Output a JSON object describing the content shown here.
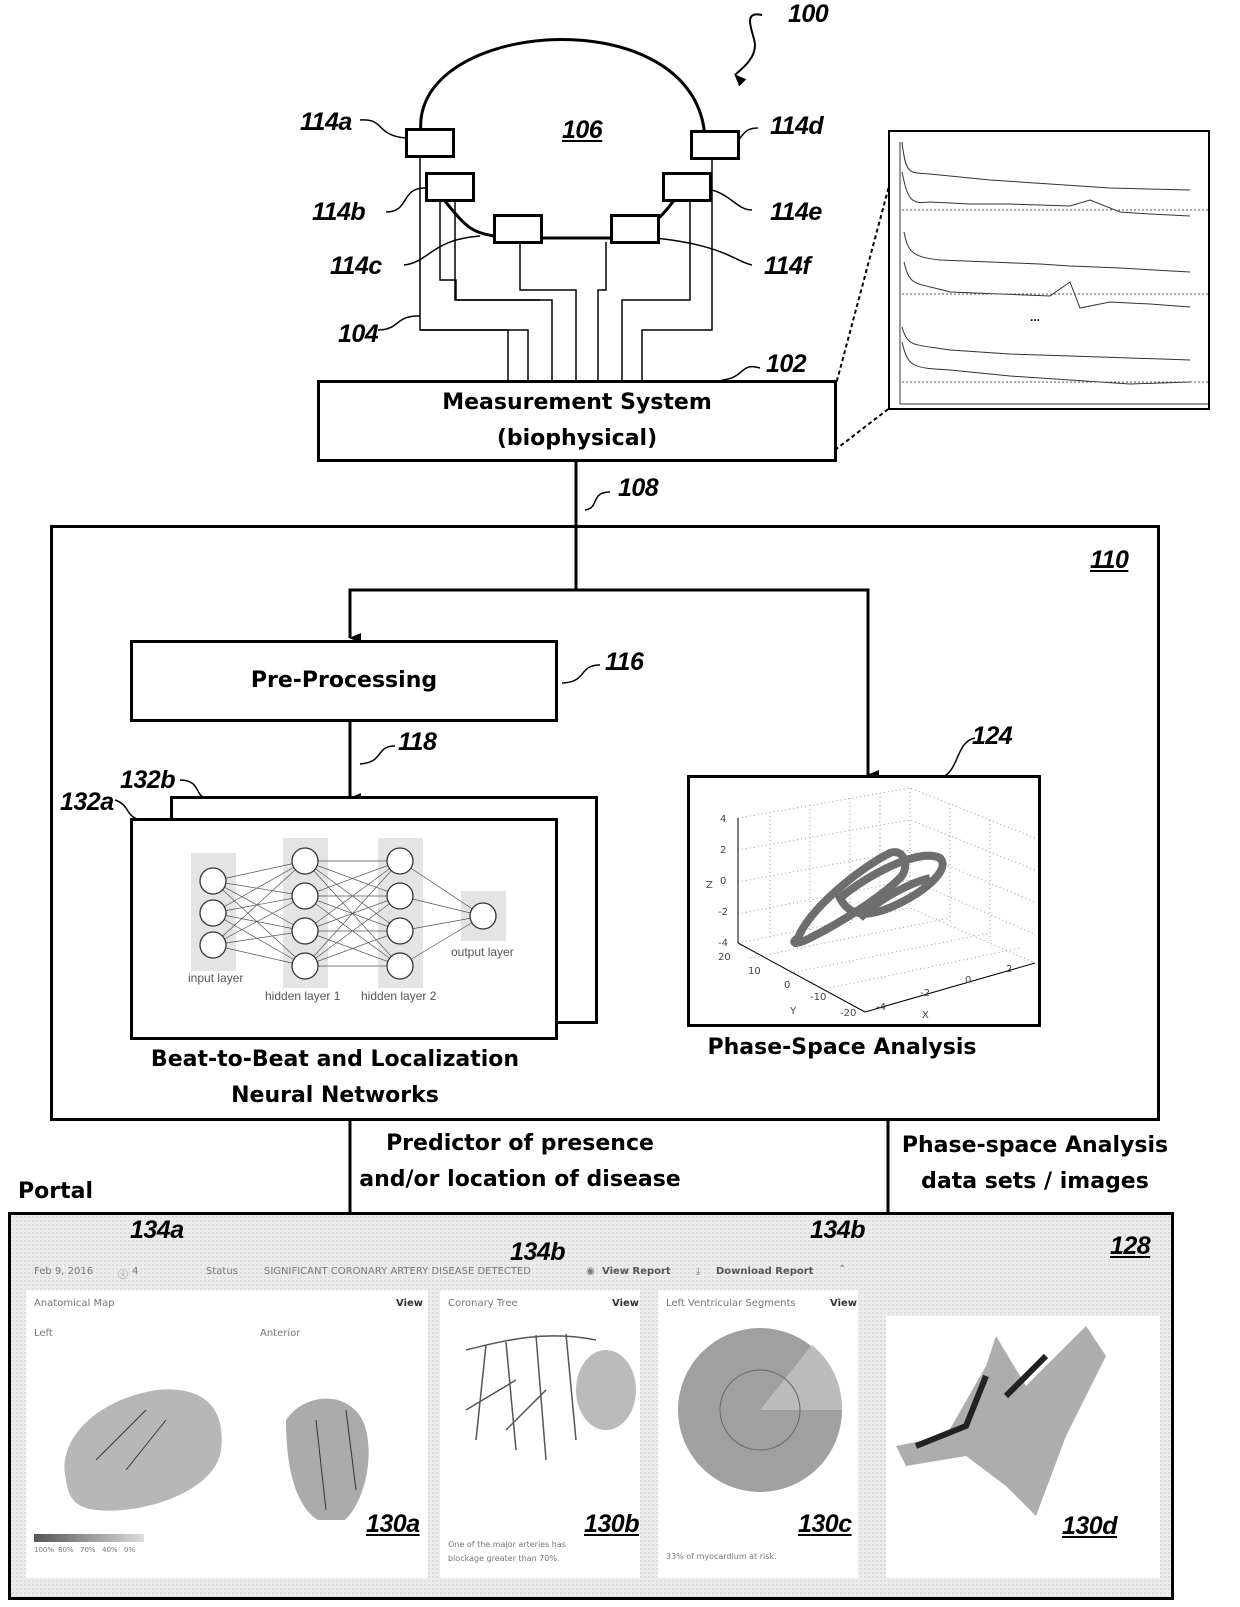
{
  "figure": {
    "refs": {
      "system": "100",
      "measurement_system": "102",
      "leads": "104",
      "patient": "106",
      "output_line": "108",
      "analysis_system": "110",
      "electrodes": [
        "114a",
        "114b",
        "114c",
        "114d",
        "114e",
        "114f"
      ],
      "pre_processing": "116",
      "pre_processing_output": "118",
      "phase_space": "124",
      "portal": "128",
      "portal_views": [
        "130a",
        "130b",
        "130c",
        "130d"
      ],
      "networks": [
        "132a",
        "132b"
      ],
      "portal_links": [
        "134a",
        "134b",
        "134b"
      ]
    },
    "measurement_system": {
      "line1": "Measurement System",
      "line2": "(biophysical)"
    },
    "pre_processing_label": "Pre-Processing",
    "neural_network": {
      "caption_line1": "Beat-to-Beat and Localization",
      "caption_line2": "Neural Networks",
      "layers": [
        "input layer",
        "hidden layer 1",
        "hidden layer 2",
        "output layer"
      ]
    },
    "phase_space": {
      "caption": "Phase-Space Analysis",
      "axes": {
        "x_label": "X",
        "y_label": "Y",
        "z_label": "Z",
        "z_ticks": [
          "4",
          "2",
          "0",
          "-2",
          "-4"
        ],
        "y_ticks": [
          "20",
          "10",
          "0",
          "-10",
          "-20"
        ],
        "x_ticks": [
          "-4",
          "-2",
          "0",
          "2"
        ]
      }
    },
    "signal_plot": {
      "ellipsis": "..."
    },
    "flow_labels": {
      "predictor_line1": "Predictor of presence",
      "predictor_line2": "and/or location of disease",
      "phase_line1": "Phase-space Analysis",
      "phase_line2": "data sets / images"
    },
    "portal": {
      "title": "Portal",
      "header": {
        "date": "Feb 9, 2016",
        "count": "4",
        "status_label": "Status",
        "status_value": "SIGNIFICANT CORONARY ARTERY DISEASE DETECTED",
        "view_report": "View Report",
        "download_report": "Download Report"
      },
      "panels": [
        {
          "title": "Anatomical Map",
          "action": "View",
          "sub_left": "Left",
          "sub_right": "Anterior",
          "legend": [
            "100%",
            "80%",
            "70%",
            "40%",
            "0%"
          ]
        },
        {
          "title": "Coronary Tree",
          "action": "View",
          "note_line1": "One of the major arteries has",
          "note_line2": "blockage greater than 70%."
        },
        {
          "title": "Left Ventricular Segments",
          "action": "View",
          "note_line1": "33% of myocardium at risk."
        }
      ]
    }
  }
}
